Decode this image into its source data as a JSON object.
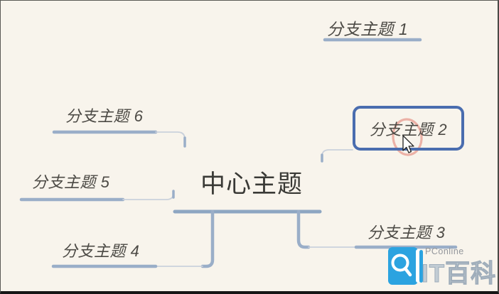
{
  "app": {
    "type": "mindmap-editor-canvas"
  },
  "colors": {
    "background": "#f8f4ec",
    "line": "#9aaec8",
    "line_thin": "#cad1db",
    "line_central": "#8ea6c2",
    "selection_border": "#4a6daf",
    "text": "#4c4a45",
    "central_text": "#3a3a36",
    "click_ring": "#e06e5f",
    "watermark_blue": "#2ba3e0",
    "watermark_gray": "#94979c"
  },
  "central_topic": {
    "label": "中心主题"
  },
  "branches": [
    {
      "label": "分支主题 1",
      "selected": false
    },
    {
      "label": "分支主题 2",
      "selected": true
    },
    {
      "label": "分支主题 3",
      "selected": false
    },
    {
      "label": "分支主题 4",
      "selected": false
    },
    {
      "label": "分支主题 5",
      "selected": false
    },
    {
      "label": "分支主题 6",
      "selected": false
    }
  ],
  "cursor": {
    "kind": "arrow",
    "click_indicator": true
  },
  "watermark": {
    "brand": "PConline",
    "title": "IT百科",
    "logo": "magnifier-book-icon"
  }
}
